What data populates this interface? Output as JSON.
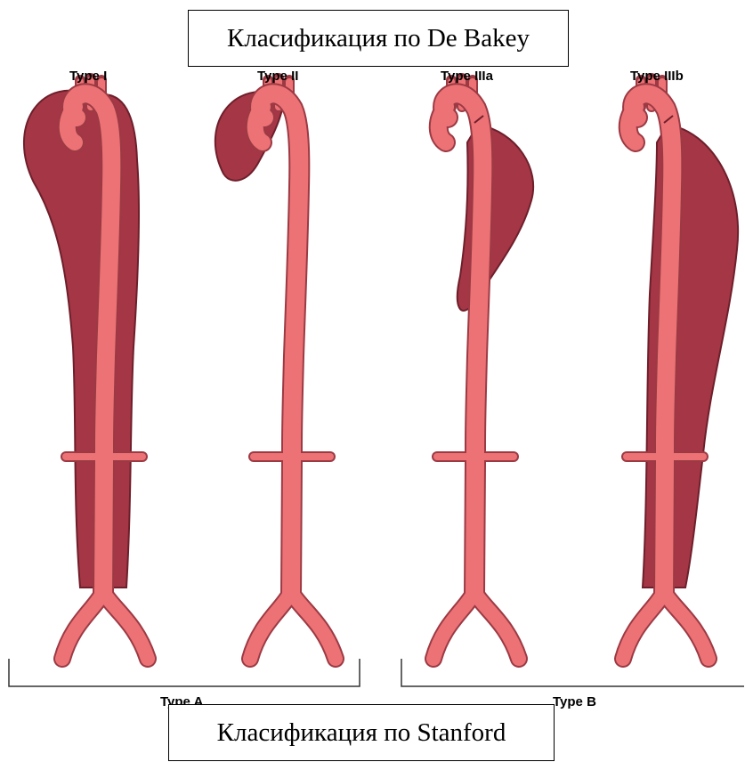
{
  "header": {
    "debakey_title": "Класификация по De Bakey"
  },
  "footer": {
    "stanford_title": "Класификация по Stanford"
  },
  "diagram_types": [
    {
      "label": "Type I"
    },
    {
      "label": "Type II"
    },
    {
      "label": "Type IIIa"
    },
    {
      "label": "Type IIIb"
    }
  ],
  "groups": {
    "a_label": "Type A",
    "b_label": "Type B"
  },
  "colors": {
    "lumen": "#ec7275",
    "lumen_outline": "#9c3a44",
    "false_lumen": "#a53646",
    "false_lumen_outline": "#6e1f2b",
    "bracket": "#333333"
  }
}
